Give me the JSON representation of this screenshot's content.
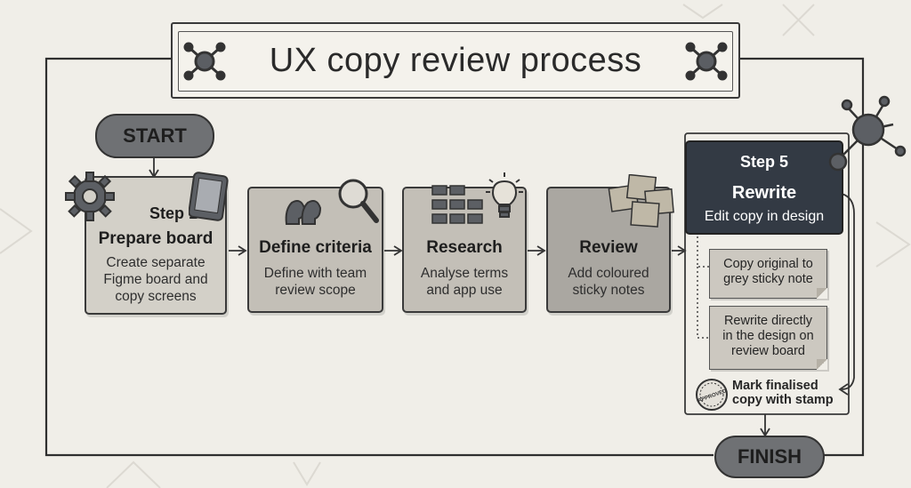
{
  "title": "UX copy review process",
  "start_label": "START",
  "finish_label": "FINISH",
  "steps": [
    {
      "number": "Step 1",
      "title": "Prepare board",
      "description": [
        "Create separate",
        "Figme board and",
        "copy screens"
      ]
    },
    {
      "title": "Define criteria",
      "description": [
        "Define with team",
        "review scope"
      ]
    },
    {
      "title": "Research",
      "description": [
        "Analyse terms",
        "and app use"
      ]
    },
    {
      "title": "Review",
      "description": [
        "Add coloured",
        "sticky notes"
      ]
    },
    {
      "number": "Step 5",
      "title": "Rewrite",
      "subtitle": "Edit copy in design"
    }
  ],
  "substeps": [
    {
      "lines": [
        "Copy original to",
        "grey sticky note"
      ]
    },
    {
      "lines": [
        "Rewrite directly",
        "in the design on",
        "review board"
      ]
    }
  ],
  "final_note": [
    "Mark finalised",
    "copy with stamp"
  ],
  "stamp_text": "APPROVED",
  "colors": {
    "background": "#f0eee8",
    "dark_box": "#333a44",
    "pill": "#6f7174",
    "step1_box": "#d3d0c8",
    "step_box_mid": "#c3bfb7",
    "step_box_dark": "#aaa7a1"
  }
}
